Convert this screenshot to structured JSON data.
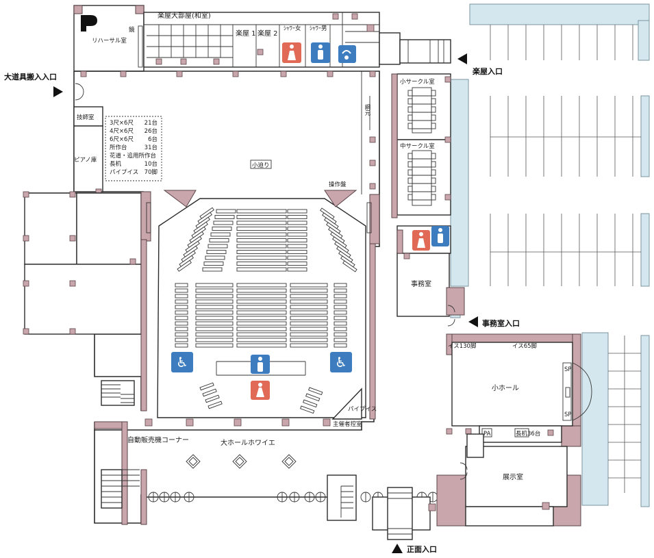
{
  "rooms": {
    "rehearsal": "リハーサル室",
    "mirror": "鏡",
    "big_dressing": "楽屋大部屋(和室)",
    "dressing1": "楽屋 1",
    "dressing2": "楽屋 2",
    "shower_f": "ｼｬﾜｰ女",
    "shower_m": "ｼｬﾜｰ男",
    "small_circle": "小サークル室",
    "mid_circle": "中サークル室",
    "office": "事務室",
    "tech": "技師室",
    "piano": "ピアノ庫",
    "small_lift": "小迫り",
    "control": "操作盤",
    "fly": "綱元",
    "vending": "自動販売機コーナー",
    "foyer": "大ホールホワイエ",
    "organizer": "主催者控室",
    "pipe_chair_small": "パイプイス",
    "small_hall": "小ホール",
    "chair130": "イス130脚",
    "chair65": "イス65脚",
    "pa": "PA",
    "desk36": "長机36台",
    "exhibit": "展示室",
    "spot1": "SP",
    "spot2": "SP"
  },
  "entrances": {
    "large_props": "大道具搬入入口",
    "dressing": "楽屋入口",
    "office": "事務室入口",
    "main": "正面入口"
  },
  "inventory": [
    {
      "item": "3尺×6尺",
      "count": "21台"
    },
    {
      "item": "4尺×6尺",
      "count": "26台"
    },
    {
      "item": "6尺×6尺",
      "count": "6台"
    },
    {
      "item": "所作台",
      "count": "31台"
    },
    {
      "item": "花道・追用所作台",
      "count": ""
    },
    {
      "item": "長机",
      "count": "10台"
    },
    {
      "item": "パイプイス",
      "count": "70脚"
    }
  ],
  "colors": {
    "wall_fill": "#c9a6ac",
    "parking": "#d4e7ee",
    "wc_male": "#3d7dbf",
    "wc_female": "#e06a55"
  },
  "icons": [
    "parking-icon",
    "male-wc-icon",
    "female-wc-icon",
    "accessible-wc-icon",
    "shower-icon"
  ]
}
